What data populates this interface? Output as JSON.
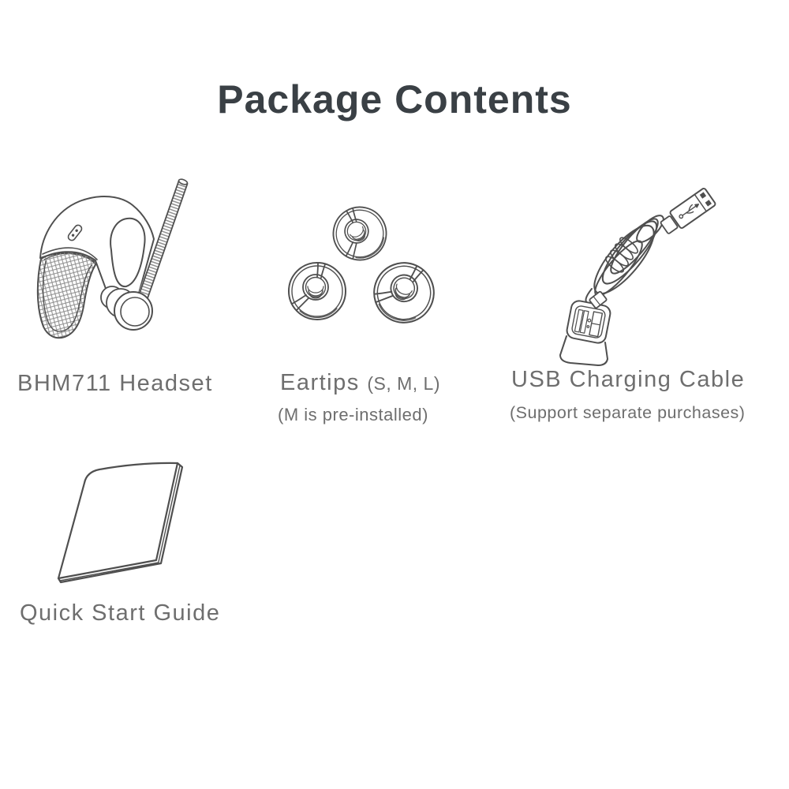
{
  "title": "Package Contents",
  "colors": {
    "background": "#ffffff",
    "title_text": "#3a4045",
    "label_text": "#6e6e6e",
    "line_art": "#4f4f4f"
  },
  "items": {
    "headset": {
      "label": "BHM711 Headset"
    },
    "eartips": {
      "label": "Eartips",
      "sizes": "(S, M, L)",
      "note": "(M is pre-installed)"
    },
    "usb_cable": {
      "label": "USB Charging Cable",
      "note": "(Support separate purchases)"
    },
    "quick_start_guide": {
      "label": "Quick Start Guide"
    }
  }
}
